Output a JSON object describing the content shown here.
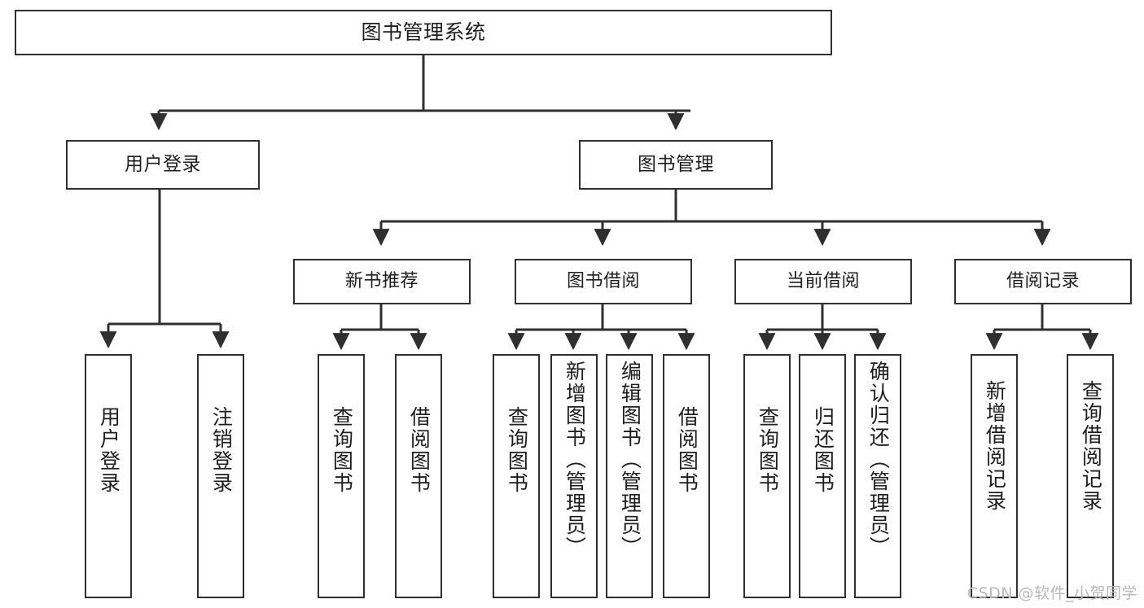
{
  "diagram": {
    "title": "图书管理系统",
    "type": "tree-hierarchy",
    "stroke_color": "#2f2f2f",
    "background_color": "#ffffff",
    "text_color": "#1d1d1d"
  },
  "nodes": {
    "root": {
      "label": "图书管理系统"
    },
    "level1": [
      {
        "id": "user-login",
        "label": "用户登录"
      },
      {
        "id": "book-management",
        "label": "图书管理"
      }
    ],
    "level2": [
      {
        "id": "new-book-recommend",
        "label": "新书推荐"
      },
      {
        "id": "book-borrow",
        "label": "图书借阅"
      },
      {
        "id": "current-borrow",
        "label": "当前借阅"
      },
      {
        "id": "borrow-record",
        "label": "借阅记录"
      }
    ],
    "leaves": {
      "user-login": [
        {
          "id": "leaf-user-login",
          "label": "用户登录"
        },
        {
          "id": "leaf-logout",
          "label": "注销登录"
        }
      ],
      "new-book-recommend": [
        {
          "id": "leaf-query-book-1",
          "label": "查询图书"
        },
        {
          "id": "leaf-borrow-book-1",
          "label": "借阅图书"
        }
      ],
      "book-borrow": [
        {
          "id": "leaf-query-book-2",
          "label": "查询图书"
        },
        {
          "id": "leaf-add-book",
          "label": "新增图书（管理员）"
        },
        {
          "id": "leaf-edit-book",
          "label": "编辑图书（管理员）"
        },
        {
          "id": "leaf-borrow-book-2",
          "label": "借阅图书"
        }
      ],
      "current-borrow": [
        {
          "id": "leaf-query-book-3",
          "label": "查询图书"
        },
        {
          "id": "leaf-return-book",
          "label": "归还图书"
        },
        {
          "id": "leaf-confirm-return",
          "label": "确认归还（管理员）"
        }
      ],
      "borrow-record": [
        {
          "id": "leaf-add-record",
          "label": "新增借阅记录"
        },
        {
          "id": "leaf-query-record",
          "label": "查询借阅记录"
        }
      ]
    }
  },
  "watermark": {
    "text": "CSDN @软件_小贺同学"
  }
}
